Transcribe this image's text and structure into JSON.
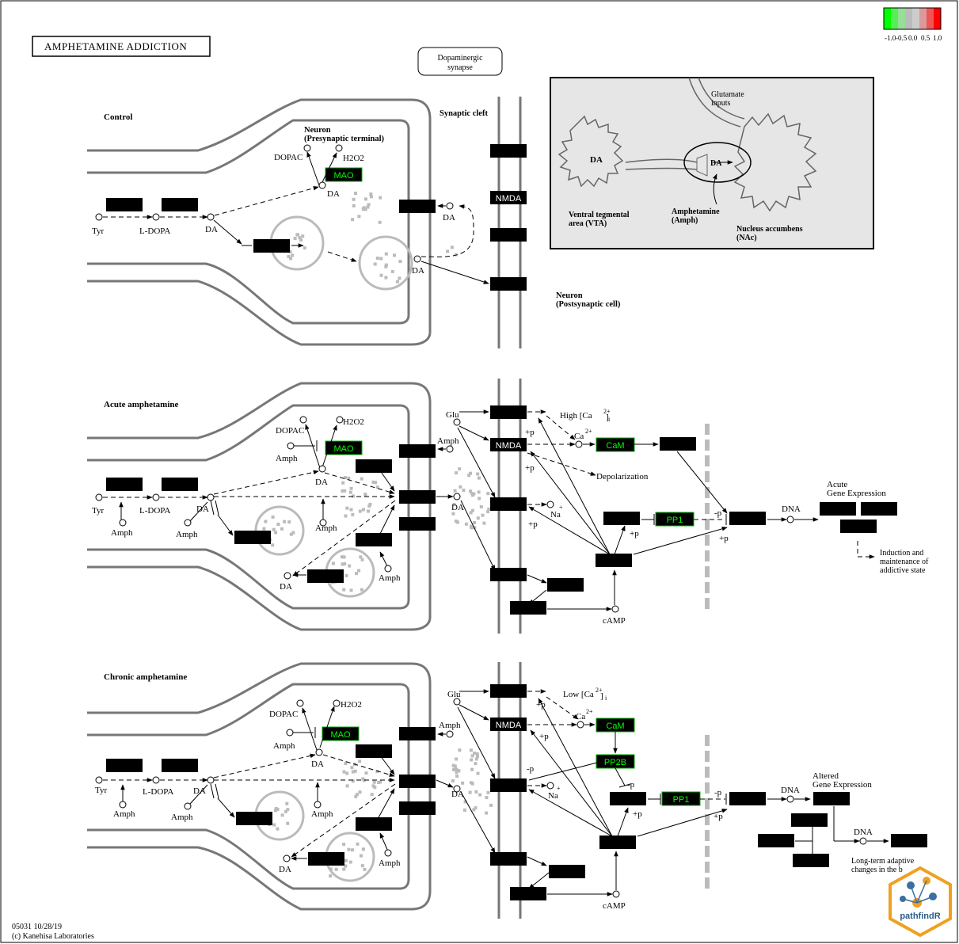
{
  "title": "AMPHETAMINE ADDICTION",
  "synapse_label": [
    "Dopaminergic",
    "synapse"
  ],
  "legend": {
    "colors": [
      "#00ff00",
      "#55ee55",
      "#99dd99",
      "#bbbbbb",
      "#cccccc",
      "#dd9999",
      "#ee5555",
      "#ff0000"
    ],
    "ticks": [
      "-1.0",
      "-0.5",
      "0.0",
      "0.5",
      "1.0"
    ]
  },
  "footer": {
    "line1": "05031 10/28/19",
    "line2": "(c) Kanehisa Laboratories"
  },
  "badge": "pathfindR",
  "sections": {
    "control": "Control",
    "acute": "Acute amphetamine",
    "chronic": "Chronic amphetamine"
  },
  "labels": {
    "neuron_pre": [
      "Neuron",
      "(Presynaptic terminal)"
    ],
    "synaptic_cleft": "Synaptic cleft",
    "neuron_post": [
      "Neuron",
      "(Postsynaptic cell)"
    ],
    "glutamate": [
      "Glutamate",
      "inputs"
    ],
    "vta": [
      "Ventral tegmental",
      "area (VTA)"
    ],
    "amph_inset": [
      "Amphetamine",
      "(Amph)"
    ],
    "nac": [
      "Nucleus accumbens",
      "(NAc)"
    ],
    "da": "DA",
    "tyr": "Tyr",
    "ldopa": "L-DOPA",
    "dopac": "DOPAC",
    "h2o2": "H2O2",
    "amph": "Amph",
    "glu": "Glu",
    "na": "Na",
    "ca": "Ca",
    "camp": "cAMP",
    "dna": "DNA",
    "high_ca": "High [Ca",
    "low_ca": "Low [Ca",
    "depolarization": "Depolarization",
    "acute_expr": [
      "Acute",
      "Gene Expression"
    ],
    "altered_expr": [
      "Altered",
      "Gene Expression"
    ],
    "induction": [
      "Induction and",
      "maintenance of",
      "addictive state"
    ],
    "longterm": [
      "Long-term adaptive",
      "changes in the b"
    ],
    "plus_p": "+p",
    "minus_p": "-p"
  },
  "genes": {
    "mao": "MAO",
    "nmda": "NMDA",
    "cam": "CaM",
    "pp1": "PP1",
    "pp2b": "PP2B"
  },
  "colors": {
    "green_text": "#00ff00",
    "gene_fill": "#000000",
    "wall": "#777777"
  }
}
